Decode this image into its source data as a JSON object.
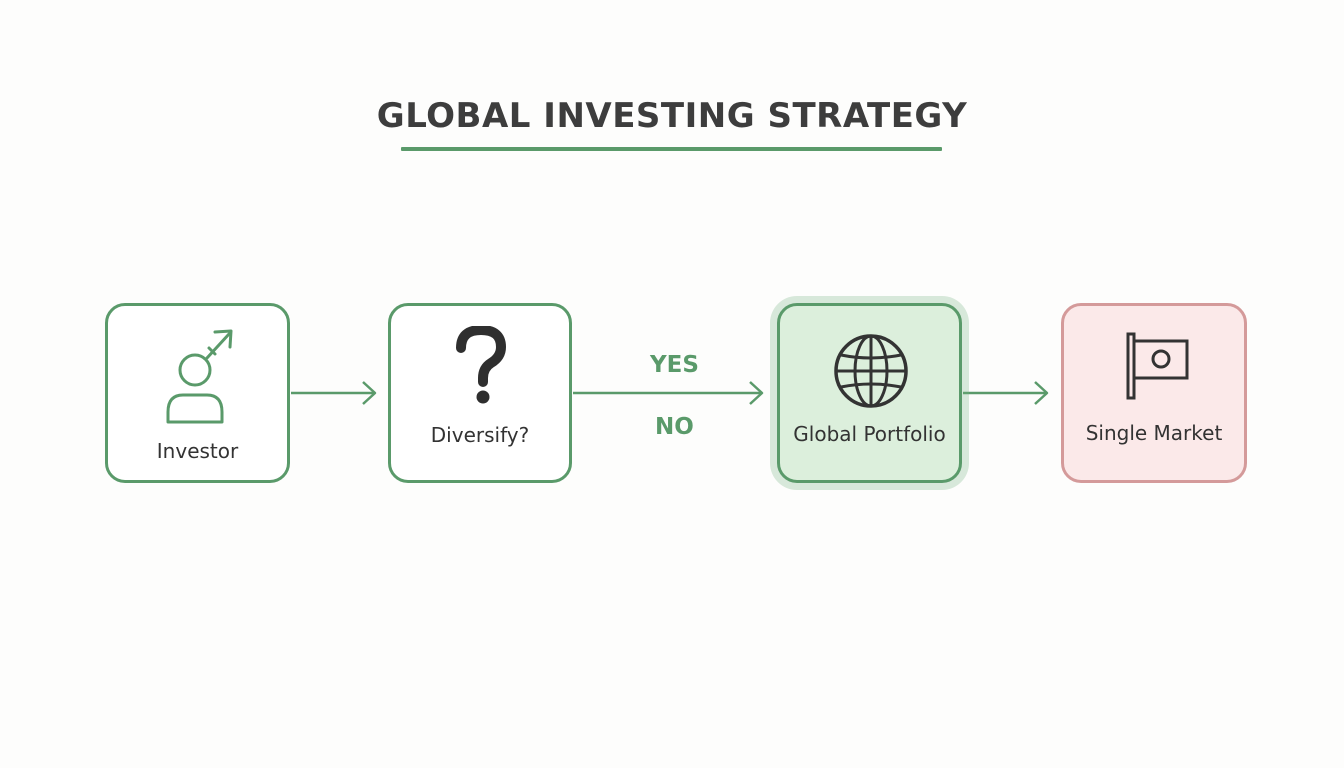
{
  "diagram": {
    "title": "GLOBAL INVESTING STRATEGY",
    "nodes": {
      "investor": {
        "label": "Investor",
        "icon": "investor-person-arrow-icon"
      },
      "diversify": {
        "label": "Diversify?",
        "icon": "question-mark-icon"
      },
      "global_portfolio": {
        "label": "Global Portfolio",
        "icon": "globe-icon"
      },
      "single_market": {
        "label": "Single Market",
        "icon": "flag-icon"
      }
    },
    "branches": {
      "yes": "YES",
      "no": "NO"
    },
    "colors": {
      "accent_green": "#5a9a6a",
      "global_fill": "#dcefdc",
      "single_border": "#d49a9a",
      "single_fill": "#fbe9e9",
      "text": "#333333"
    }
  }
}
